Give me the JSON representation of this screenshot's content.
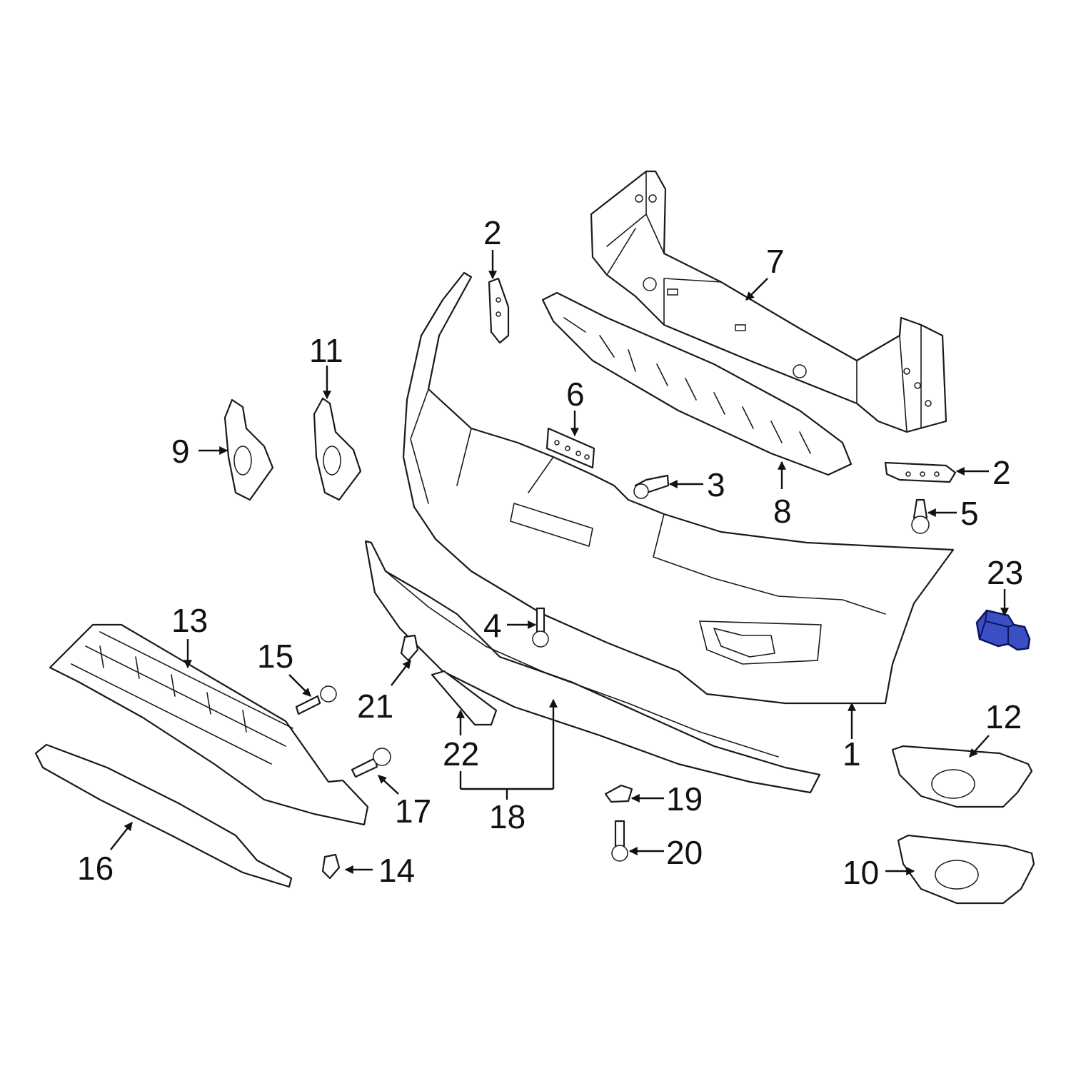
{
  "callouts": [
    {
      "id": "c1",
      "label": "1"
    },
    {
      "id": "c2a",
      "label": "2"
    },
    {
      "id": "c2b",
      "label": "2"
    },
    {
      "id": "c3",
      "label": "3"
    },
    {
      "id": "c4",
      "label": "4"
    },
    {
      "id": "c5",
      "label": "5"
    },
    {
      "id": "c6",
      "label": "6"
    },
    {
      "id": "c7",
      "label": "7"
    },
    {
      "id": "c8",
      "label": "8"
    },
    {
      "id": "c9",
      "label": "9"
    },
    {
      "id": "c10",
      "label": "10"
    },
    {
      "id": "c11",
      "label": "11"
    },
    {
      "id": "c12",
      "label": "12"
    },
    {
      "id": "c13",
      "label": "13"
    },
    {
      "id": "c14",
      "label": "14"
    },
    {
      "id": "c15",
      "label": "15"
    },
    {
      "id": "c16",
      "label": "16"
    },
    {
      "id": "c17",
      "label": "17"
    },
    {
      "id": "c18",
      "label": "18"
    },
    {
      "id": "c19",
      "label": "19"
    },
    {
      "id": "c20",
      "label": "20"
    },
    {
      "id": "c21",
      "label": "21"
    },
    {
      "id": "c22",
      "label": "22"
    },
    {
      "id": "c23",
      "label": "23"
    }
  ],
  "highlighted_part": "23",
  "colors": {
    "highlight": "#3a4fc4",
    "line": "#1a1a1a",
    "background": "#ffffff"
  }
}
